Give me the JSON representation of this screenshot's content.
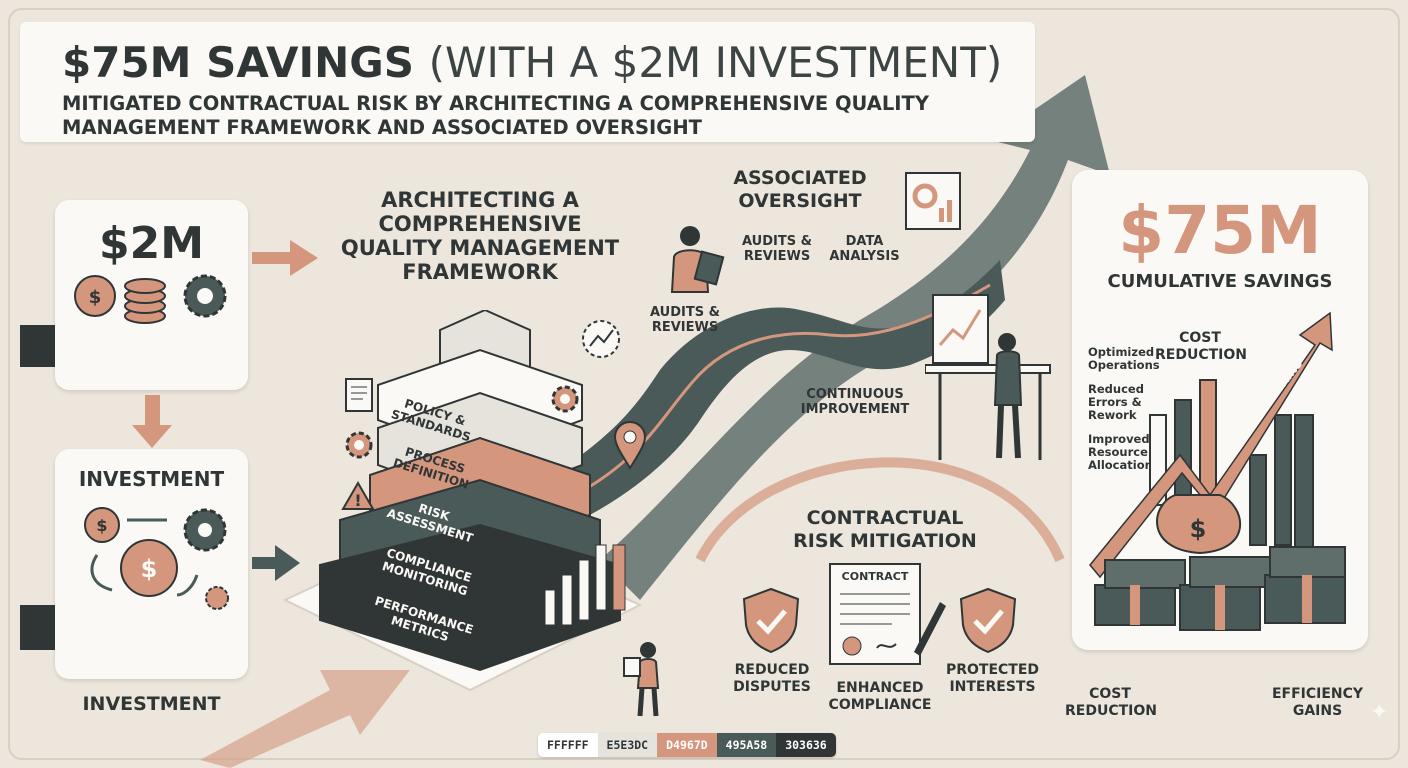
{
  "header": {
    "title_main": "$75M SAVINGS",
    "title_paren": "(WITH A $2M INVESTMENT)",
    "subtitle": "MITIGATED CONTRACTUAL RISK BY ARCHITECTING A COMPREHENSIVE QUALITY MANAGEMENT FRAMEWORK AND ASSOCIATED OVERSIGHT"
  },
  "left": {
    "investment_amount": "$2M",
    "investment_label_top": "INVESTMENT",
    "investment_label_bottom": "INVESTMENT"
  },
  "framework": {
    "heading_line1": "ARCHITECTING A",
    "heading_line2": "COMPREHENSIVE",
    "heading_line3": "QUALITY MANAGEMENT",
    "heading_line4": "FRAMEWORK",
    "layers": [
      {
        "label_1": "POLICY &",
        "label_2": "STANDARDS"
      },
      {
        "label_1": "PROCESS",
        "label_2": "DEFINITION"
      },
      {
        "label_1": "RISK",
        "label_2": "ASSESSMENT"
      },
      {
        "label_1": "COMPLIANCE",
        "label_2": "MONITORING"
      },
      {
        "label_1": "PERFORMANCE",
        "label_2": "METRICS"
      }
    ]
  },
  "oversight": {
    "heading_line1": "ASSOCIATED",
    "heading_line2": "OVERSIGHT",
    "audits_top_1": "AUDITS &",
    "audits_top_2": "REVIEWS",
    "data_1": "DATA",
    "data_2": "ANALYSIS",
    "audits_mid_1": "AUDITS &",
    "audits_mid_2": "REVIEWS",
    "continuous_1": "CONTINUOUS",
    "continuous_2": "IMPROVEMENT"
  },
  "risk": {
    "heading_line1": "CONTRACTUAL",
    "heading_line2": "RISK MITIGATION",
    "contract_label": "CONTRACT",
    "reduced_1": "REDUCED",
    "reduced_2": "DISPUTES",
    "enhanced_1": "ENHANCED",
    "enhanced_2": "COMPLIANCE",
    "protected_1": "PROTECTED",
    "protected_2": "INTERESTS"
  },
  "savings": {
    "amount": "$75M",
    "label": "CUMULATIVE SAVINGS",
    "optimized_1": "Optimized",
    "optimized_2": "Operations",
    "reduced_1": "Reduced",
    "reduced_2": "Errors &",
    "reduced_3": "Rework",
    "improved_1": "Improved",
    "improved_2": "Resource",
    "improved_3": "Allocation",
    "cost_top_1": "COST",
    "cost_top_2": "REDUCTION",
    "efficiency_arrow": "EFFICIENCY GAINS",
    "cost_bottom_1": "COST",
    "cost_bottom_2": "REDUCTION",
    "efficiency_bottom_1": "EFFICIENCY",
    "efficiency_bottom_2": "GAINS"
  },
  "palette": [
    {
      "label": "FFFFFF",
      "color": "#ffffff",
      "text": "#303636"
    },
    {
      "label": "E5E3DC",
      "color": "#e5e3dc",
      "text": "#303636"
    },
    {
      "label": "D4967D",
      "color": "#d4967d",
      "text": "#ffffff"
    },
    {
      "label": "495A58",
      "color": "#495a58",
      "text": "#ffffff"
    },
    {
      "label": "303636",
      "color": "#303636",
      "text": "#ffffff"
    }
  ],
  "colors": {
    "background": "#ece6dc",
    "accent": "#d4967d",
    "teal": "#495a58",
    "dark": "#303636",
    "card": "#fbf9f6"
  }
}
